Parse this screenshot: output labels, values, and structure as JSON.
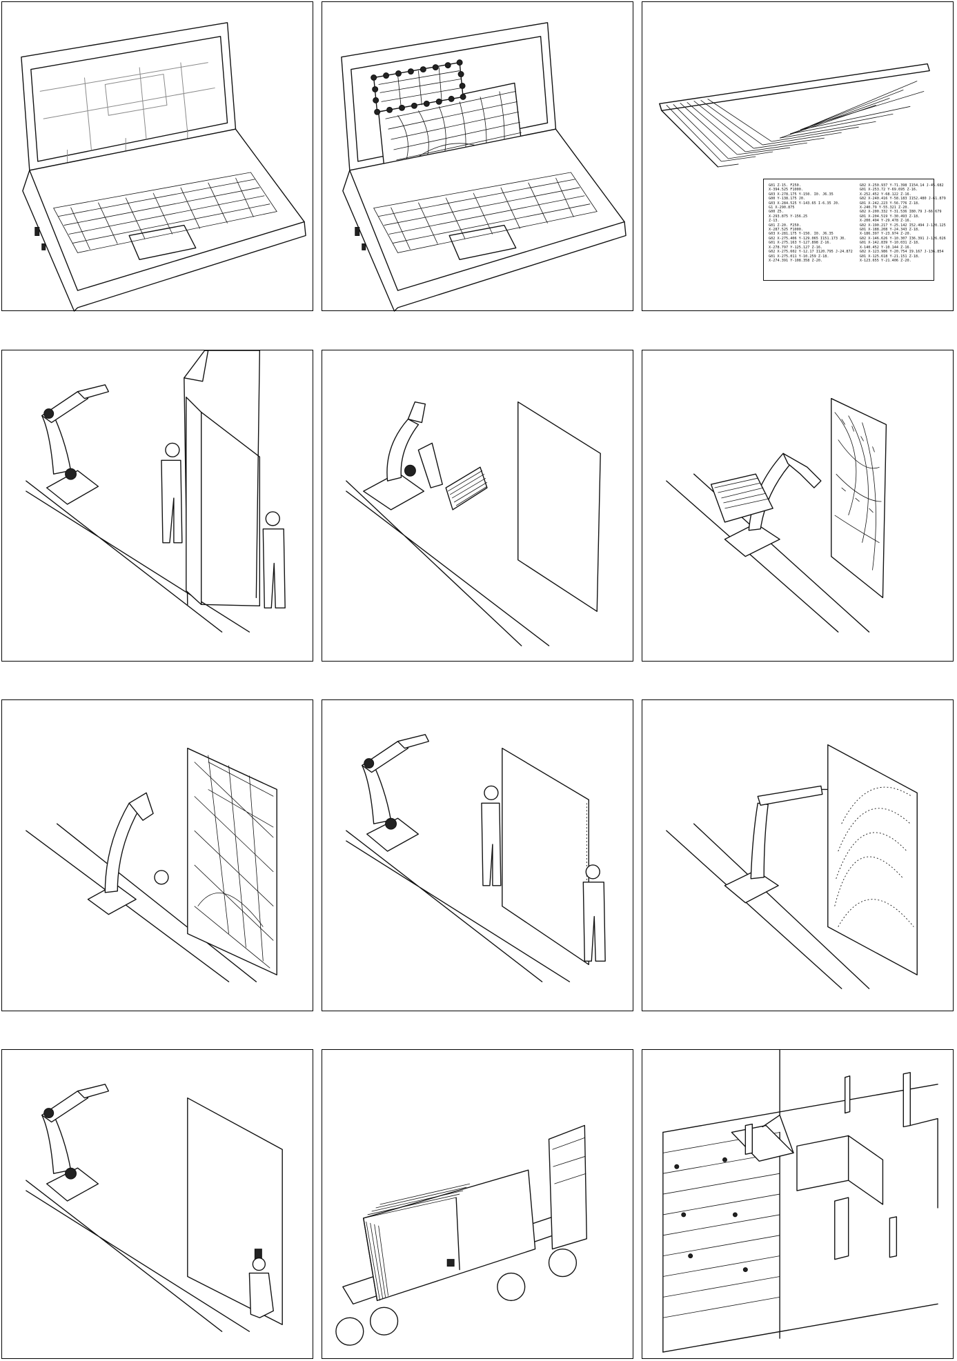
{
  "gcode": {
    "left": [
      "G01 Z-15. F250.",
      "X-394.525 F1000.",
      "G03 X-278.175 Y-150. I0. J6.35",
      "G00 Y-138.175 J0.",
      "G03 X-284.525 Y-143.65 I-6.35 J0.",
      "G1 X-290.875",
      "G00 Z5.",
      "X-293.875 Y-156.25",
      "Z-13.",
      "G01 Z-20. F250.",
      "X-287.525 F1000.",
      "G03 X-281.175 Y-150. I0. J6.35",
      "G02 X-275.406 Y-129.065 I151.173 J0.",
      "G01 X-275.163 Y-127.898 Z-16.",
      "X-278.797 Y-125.127 Z-16.",
      "G02 X-275.602 Y-12.17 I120.795 J-24.872",
      "G01 X-275.011 Y-10.259 Z-18.",
      "X-274.391 Y-108.358 Z-20."
    ],
    "right": [
      "G02 X-250.937 Y-71.398 I154.14 J-45.682",
      "G01 X-253.72 Y-69.695 Z-16.",
      "X-252.452 Y-68.122 Z-16.",
      "G02 X-240.416 Y-58.183 I152.480 J-61.879",
      "G01 X-242.223 Y-56.776 Z-18.",
      "X-240.79 Y-55.321 Z-20.",
      "G02 X-200.332 Y-31.536 I80.79 J-66.679",
      "G01 X-204.519 Y-30.493 Z-18.",
      "X-200.494 Y-29.478 Z-16.",
      "G02 X-190.217 Y-25.142 I52.494 J-120.125",
      "G01 X-188.208 Y-24.343 Z-18.",
      "X-186.397 Y-23.974 Z-20.",
      "G02 X-146.626 Y-10.307 I36.391 J-126.026",
      "G01 X-142.839 Y-10.031 Z-18.",
      "X-140.452 Y-10.144 Z-16.",
      "G02 X-123.986 Y-20.754 I9.167 J-136.854",
      "G01 X-125.618 Y-21.151 Z-18.",
      "X-123.655 Y-21.406 Z-20."
    ]
  }
}
